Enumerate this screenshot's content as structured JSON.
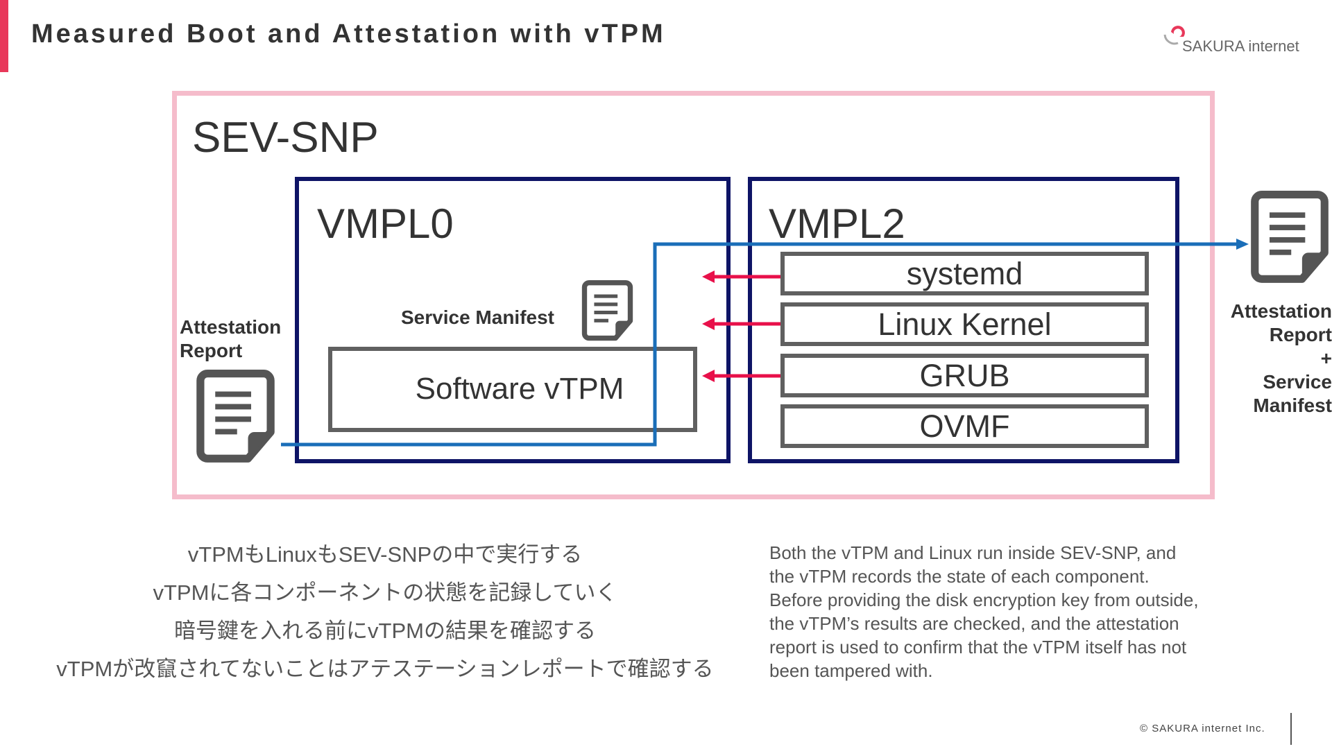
{
  "header": {
    "title": "Measured Boot and Attestation with vTPM"
  },
  "logo": {
    "text": "SAKURA internet"
  },
  "diagram": {
    "sev_label": "SEV-SNP",
    "vmpl0_label": "VMPL0",
    "vmpl2_label": "VMPL2",
    "software_vtpm_label": "Software vTPM",
    "service_manifest_label": "Service Manifest",
    "attestation_report_left": "Attestation\nReport",
    "attestation_report_right": "Attestation\nReport\n+\nService\nManifest",
    "layers": [
      "systemd",
      "Linux Kernel",
      "GRUB",
      "OVMF"
    ],
    "colors": {
      "sev_border": "#f5bccb",
      "vmpl_border": "#0e1466",
      "component_border": "#606060",
      "measure_arrow": "#e8104a",
      "attestation_flow": "#1a6eb8",
      "icon": "#555555",
      "accent": "#e8385a"
    }
  },
  "notes_jp": [
    "vTPMもLinuxもSEV-SNPの中で実行する",
    "vTPMに各コンポーネントの状態を記録していく",
    "暗号鍵を入れる前にvTPMの結果を確認する",
    "vTPMが改竄されてないことはアテステーションレポートで確認する"
  ],
  "notes_en": "Both the vTPM and Linux run inside SEV-SNP, and\nthe vTPM records the state of each component.\nBefore providing the disk encryption key from outside,\nthe vTPM’s results are checked, and the attestation\nreport is used to confirm that the vTPM itself has not\nbeen tampered with.",
  "footer": {
    "copyright": "© SAKURA internet Inc."
  }
}
